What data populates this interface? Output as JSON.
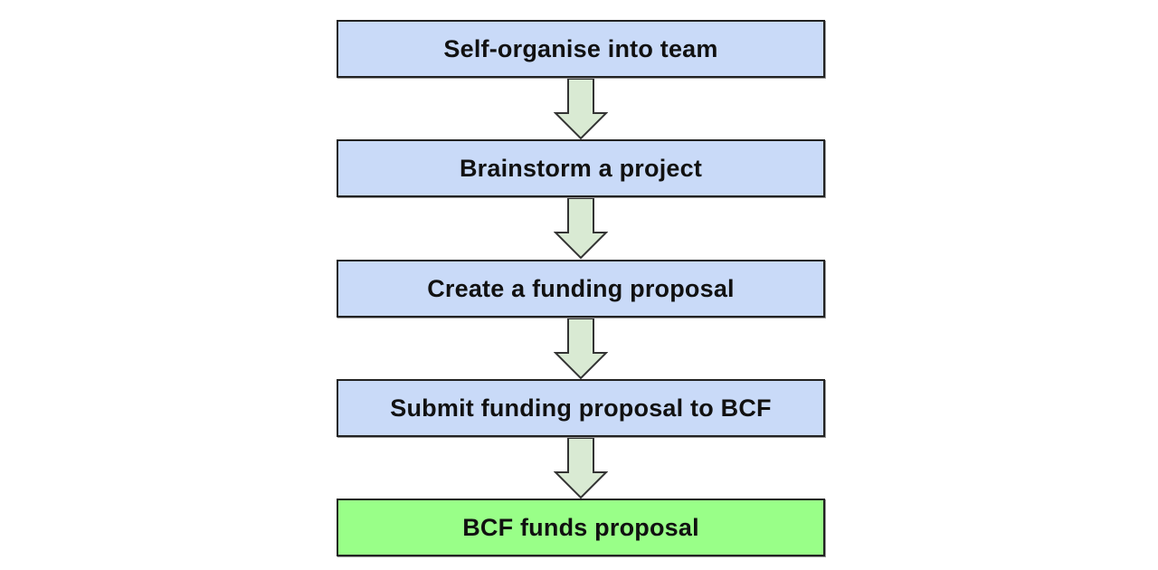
{
  "flowchart": {
    "steps": [
      {
        "label": "Self-organise into team",
        "fill": "#c9daf8"
      },
      {
        "label": "Brainstorm a project",
        "fill": "#c9daf8"
      },
      {
        "label": "Create a funding proposal",
        "fill": "#c9daf8"
      },
      {
        "label": "Submit funding proposal to BCF",
        "fill": "#c9daf8"
      },
      {
        "label": "BCF funds proposal",
        "fill": "#99ff88"
      }
    ],
    "arrow_fill": "#d9ead3",
    "arrow_stroke": "#333333"
  }
}
